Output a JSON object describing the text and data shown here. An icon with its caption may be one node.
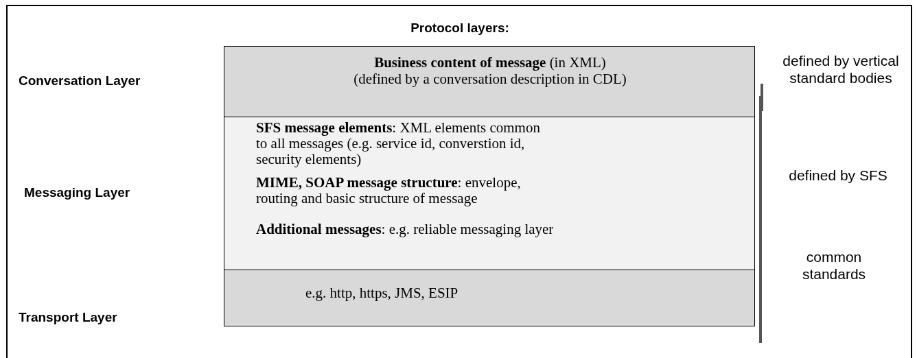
{
  "diagram": {
    "nodes": [
      {
        "text": [
          "**Business content of message** (in XML)",
          "(defined by a conversation description in CDL)"
        ]
      },
      {
        "text": [
          "**SFS message elements**: XML elements common to all messages (e.g. service id, converstion id, security elements)",
          "**MIME, SOAP message structure**: envelope, routing and basic structure of message",
          "**Additional messages**: e.g. reliable messaging layer"
        ]
      },
      {
        "text": [
          "e.g. http, https, JMS, ESIP"
        ]
      }
    ],
    "labels": [
      "Protocol layers:",
      "Conversation Layer",
      "Messaging Layer",
      "Transport Layer",
      "defined by vertical standard bodies",
      "defined by SFS",
      "common standards"
    ]
  }
}
